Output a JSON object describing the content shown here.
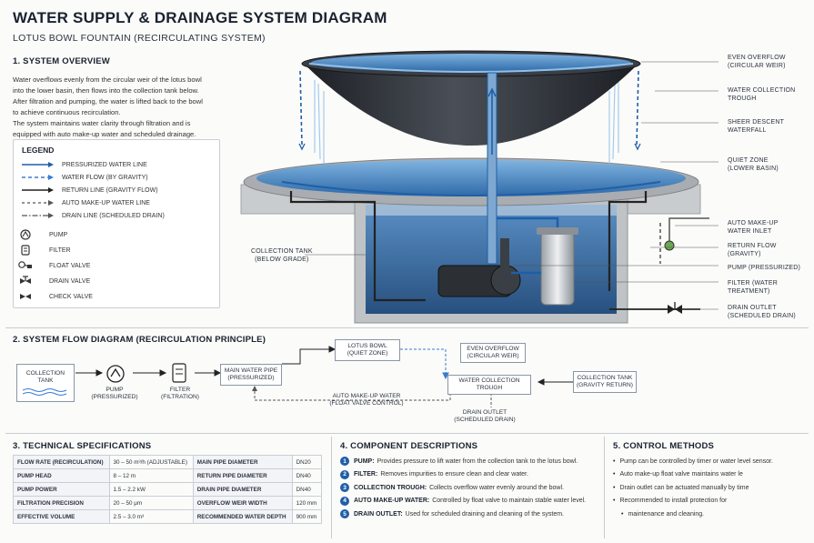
{
  "title": "WATER SUPPLY & DRAINAGE SYSTEM DIAGRAM",
  "subtitle": "LOTUS BOWL FOUNTAIN (RECIRCULATING SYSTEM)",
  "overview": {
    "heading": "1. SYSTEM OVERVIEW",
    "lines": [
      "Water overflows evenly from the circular weir of the lotus bowl",
      "into the lower basin, then flows into the collection tank below.",
      "After filtration and pumping, the water is lifted back to the bowl",
      "to achieve continuous recirculation.",
      "The system maintains water clarity through filtration and is",
      "equipped with auto make-up water and scheduled drainage."
    ]
  },
  "legend": {
    "title": "LEGEND",
    "lines": [
      {
        "label": "PRESSURIZED WATER LINE",
        "color": "#1f5fa8",
        "style": "solid"
      },
      {
        "label": "WATER FLOW (BY GRAVITY)",
        "color": "#3a7bd5",
        "style": "dashed"
      },
      {
        "label": "RETURN LINE (GRAVITY FLOW)",
        "color": "#222222",
        "style": "solid"
      },
      {
        "label": "AUTO MAKE-UP WATER LINE",
        "color": "#555555",
        "style": "dashed"
      },
      {
        "label": "DRAIN LINE (SCHEDULED DRAIN)",
        "color": "#555555",
        "style": "dashdot"
      }
    ],
    "symbols": [
      {
        "label": "PUMP",
        "icon": "pump-icon"
      },
      {
        "label": "FILTER",
        "icon": "filter-icon"
      },
      {
        "label": "FLOAT VALVE",
        "icon": "float-valve-icon"
      },
      {
        "label": "DRAIN VALVE",
        "icon": "drain-valve-icon"
      },
      {
        "label": "CHECK VALVE",
        "icon": "check-valve-icon"
      }
    ]
  },
  "callouts_right": [
    [
      "EVEN OVERFLOW",
      "(CIRCULAR WEIR)"
    ],
    [
      "WATER COLLECTION",
      "TROUGH"
    ],
    [
      "SHEER DESCENT",
      "WATERFALL"
    ],
    [
      "QUIET ZONE",
      "(LOWER BASIN)"
    ],
    [
      "AUTO MAKE-UP",
      "WATER INLET"
    ],
    [
      "RETURN FLOW",
      "(GRAVITY)"
    ],
    [
      "PUMP (PRESSURIZED)"
    ],
    [
      "FILTER (WATER TREATMENT)"
    ],
    [
      "DRAIN OUTLET",
      "(SCHEDULED DRAIN)"
    ]
  ],
  "callout_left": [
    "COLLECTION TANK",
    "(BELOW GRADE)"
  ],
  "flow": {
    "heading": "2. SYSTEM FLOW DIAGRAM (RECIRCULATION PRINCIPLE)",
    "collection_tank": [
      "COLLECTION",
      "TANK"
    ],
    "pump": [
      "PUMP",
      "(PRESSURIZED)"
    ],
    "filter": [
      "FILTER",
      "(FILTRATION)"
    ],
    "main_pipe": [
      "MAIN WATER PIPE",
      "(PRESSURIZED)"
    ],
    "lotus_bowl": [
      "LOTUS BOWL",
      "(QUIET ZONE)"
    ],
    "even_overflow": [
      "EVEN OVERFLOW",
      "(CIRCULAR WEIR)"
    ],
    "trough": [
      "WATER COLLECTION",
      "TROUGH"
    ],
    "tank_return": [
      "COLLECTION TANK",
      "(GRAVITY RETURN)"
    ],
    "auto_makeup": [
      "AUTO MAKE-UP WATER",
      "(FLOAT VALVE CONTROL)"
    ],
    "drain_outlet": [
      "DRAIN OUTLET",
      "(SCHEDULED DRAIN)"
    ]
  },
  "specs": {
    "heading": "3. TECHNICAL SPECIFICATIONS",
    "rows": [
      [
        "FLOW RATE (RECIRCULATION)",
        "30 – 50 m³/h (ADJUSTABLE)",
        "MAIN PIPE DIAMETER",
        "DN20"
      ],
      [
        "PUMP HEAD",
        "8 – 12 m",
        "RETURN PIPE DIAMETER",
        "DN40"
      ],
      [
        "PUMP POWER",
        "1.5 – 2.2 kW",
        "DRAIN PIPE DIAMETER",
        "DN40"
      ],
      [
        "FILTRATION PRECISION",
        "20 – 50 μm",
        "OVERFLOW WEIR WIDTH",
        "120 mm"
      ],
      [
        "EFFECTIVE VOLUME",
        "2.5 – 3.0 m³",
        "RECOMMENDED WATER DEPTH",
        "900 mm"
      ]
    ]
  },
  "components": {
    "heading": "4. COMPONENT DESCRIPTIONS",
    "items": [
      {
        "n": "1",
        "name": "PUMP:",
        "text": "Provides pressure to lift water from the collection tank to the lotus bowl."
      },
      {
        "n": "2",
        "name": "FILTER:",
        "text": "Removes impurities to ensure clean and clear water."
      },
      {
        "n": "3",
        "name": "COLLECTION TROUGH:",
        "text": "Collects overflow water evenly around the bowl."
      },
      {
        "n": "4",
        "name": "AUTO MAKE-UP WATER:",
        "text": "Controlled by float valve to maintain stable water level."
      },
      {
        "n": "5",
        "name": "DRAIN OUTLET:",
        "text": "Used for scheduled draining and cleaning of the system."
      }
    ]
  },
  "control": {
    "heading": "5. CONTROL METHODS",
    "items": [
      "Pump can be controlled by timer or water level sensor.",
      "Auto make-up float valve maintains water le",
      "Drain outlet can be actuated manually by time",
      "Recommended to install protection for",
      "maintenance and cleaning."
    ]
  },
  "colors": {
    "accent": "#1f5fa8",
    "water": "#3d79b8",
    "concrete": "#c9ccce",
    "bowl": "#2b2f35"
  }
}
